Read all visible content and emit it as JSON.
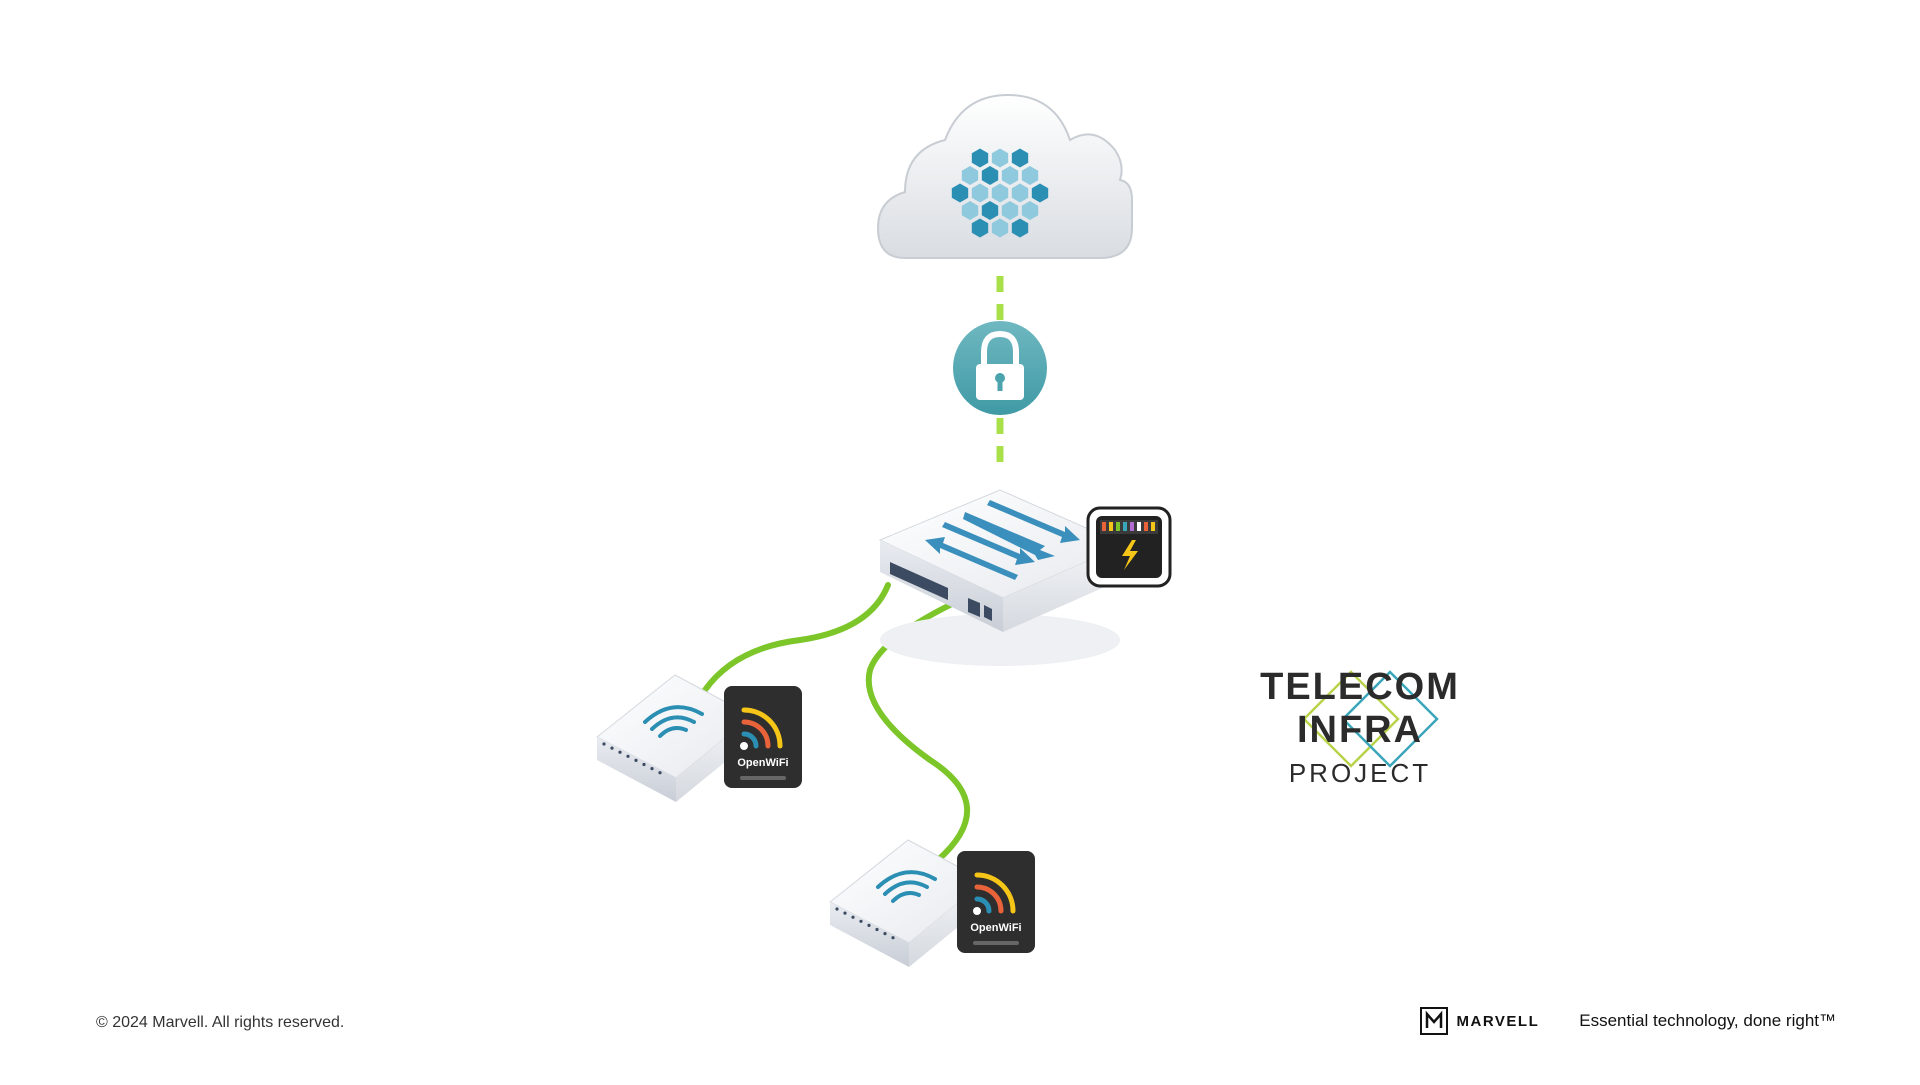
{
  "footer": {
    "copyright": "© 2024 Marvell. All rights reserved.",
    "brand": "MARVELL",
    "tagline": "Essential technology, done right™"
  },
  "tip_logo": {
    "title": "TELECOM INFRA",
    "subtitle": "PROJECT",
    "colors": {
      "green": "#b8d34a",
      "teal": "#3aa6b9"
    }
  },
  "badges": {
    "openwifi_label": "OpenWiFi"
  },
  "diagram": {
    "nodes": [
      "cloud",
      "lock",
      "switch",
      "access-point-1",
      "access-point-2"
    ],
    "colors": {
      "link_green": "#7cc62a",
      "dash_green": "#a8e04a",
      "lock_teal": "#4aa3ad",
      "hex_dark": "#2b8fb4",
      "hex_light": "#8fc9dd"
    }
  }
}
